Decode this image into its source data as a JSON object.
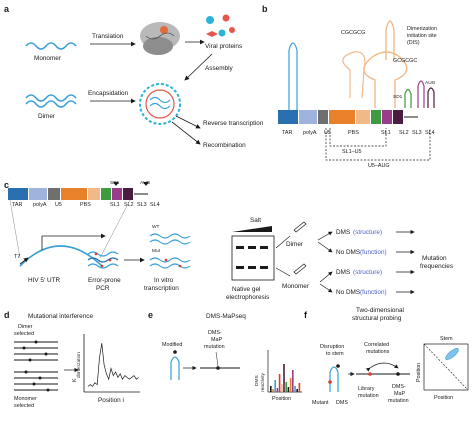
{
  "panels": {
    "a": {
      "letter": "a",
      "monomer": "Monomer",
      "dimer": "Dimer",
      "translation": "Translation",
      "encapsidation": "Encapsidation",
      "viral_proteins": "Viral proteins",
      "assembly": "Assembly",
      "reverse_transcription": "Reverse transcription",
      "recombination": "Recombination"
    },
    "b": {
      "letter": "b",
      "cgcgcg": "CGCGCG",
      "gcgcgc": "GCGCGC",
      "dis_line1": "Dimerization",
      "dis_line2": "initiation site",
      "dis_line3": "(DIS)",
      "aug": "AUG",
      "sd1": "SD1",
      "segments": [
        "TAR",
        "polyA",
        "U5",
        "PBS",
        "SL1",
        "SL2",
        "SL3",
        "SL4"
      ],
      "sl1_u5": "SL1–U5",
      "u5_aug": "U5–AUG"
    },
    "c": {
      "letter": "c",
      "segments": [
        "TAR",
        "polyA",
        "U5",
        "PBS",
        "SL1",
        "SL2",
        "SL3",
        "SL4"
      ],
      "sd1": "SD1",
      "aug": "AUG",
      "t7": "T7",
      "utr": "HIV 5′ UTR",
      "pcr_line1": "Error-prone",
      "pcr_line2": "PCR",
      "wt": "WT",
      "mut": "Mut",
      "ivt_line1": "In vitro",
      "ivt_line2": "transcription",
      "salt": "Salt",
      "gel_line1": "Native gel",
      "gel_line2": "electrophoresis",
      "dimer": "Dimer",
      "monomer": "Monomer",
      "dms": "DMS",
      "no_dms": "No DMS",
      "structure": "(structure)",
      "function": "(function)",
      "mf_line1": "Mutation",
      "mf_line2": "frequencies"
    },
    "d": {
      "letter": "d",
      "title": "Mutational interference",
      "dimer_sel_1": "Dimer",
      "dimer_sel_2": "selected",
      "monomer_sel_1": "Monomer",
      "monomer_sel_2": "selected",
      "k_label": "K",
      "k_sub": "dimerization",
      "xlabel": "Position i"
    },
    "e": {
      "letter": "e",
      "title": "DMS-MaPseq",
      "modified": "Modified",
      "mapmut_line1": "DMS-",
      "mapmut_line2": "MaP",
      "mapmut_line3": "mutation",
      "ylabel_line1": "DMS",
      "ylabel_line2": "reactivity",
      "xlabel": "Position"
    },
    "f": {
      "letter": "f",
      "title_line1": "Two-dimensional",
      "title_line2": "structural probing",
      "disruption_line1": "Disruption",
      "disruption_line2": "to stem",
      "correlated_line1": "Correlated",
      "correlated_line2": "mutations",
      "mutant": "Mutant",
      "dms": "DMS",
      "library_line1": "Library",
      "library_line2": "mutation",
      "dmsmap_line1": "DMS-",
      "dmsmap_line2": "MaP",
      "dmsmap_line3": "mutation",
      "stem": "Stem",
      "position": "Position"
    }
  },
  "colors": {
    "blue_rna": "#3aa0d8",
    "tar": "#2a6fb0",
    "polya": "#9fb4dc",
    "u5": "#6f6f6f",
    "pbs": "#e8822a",
    "sl1": "#f1b98a",
    "sl2": "#3e9a3e",
    "sl3": "#9b3b8c",
    "sl4": "#4a1d40",
    "mutation": "#e03a2a",
    "accent_text": "#4a5fc8"
  }
}
